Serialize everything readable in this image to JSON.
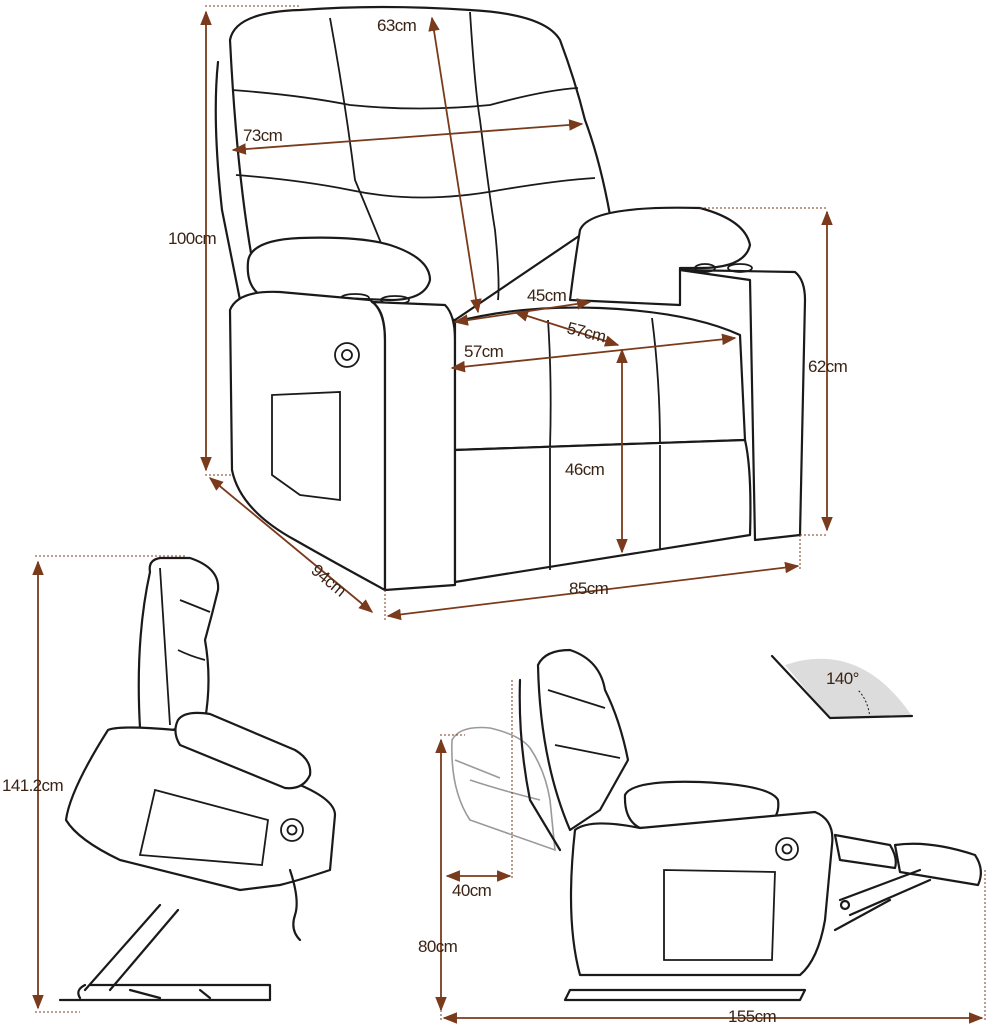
{
  "dimensions": {
    "headrest_height": "63cm",
    "back_width": "73cm",
    "total_height": "100cm",
    "seat_width_front": "45cm",
    "seat_depth_side": "57cm",
    "seat_width": "57cm",
    "arm_height": "62cm",
    "seat_height": "46cm",
    "total_width": "85cm",
    "total_depth": "94cm",
    "lift_height": "141.2cm",
    "wall_clearance": "40cm",
    "recline_height": "80cm",
    "recline_length": "155cm",
    "recline_angle": "140°"
  },
  "colors": {
    "dimension_line": "#7a3b1c",
    "text": "#3b2315",
    "outline": "#1a1a1a",
    "angle_fill": "#dcdcdc"
  }
}
